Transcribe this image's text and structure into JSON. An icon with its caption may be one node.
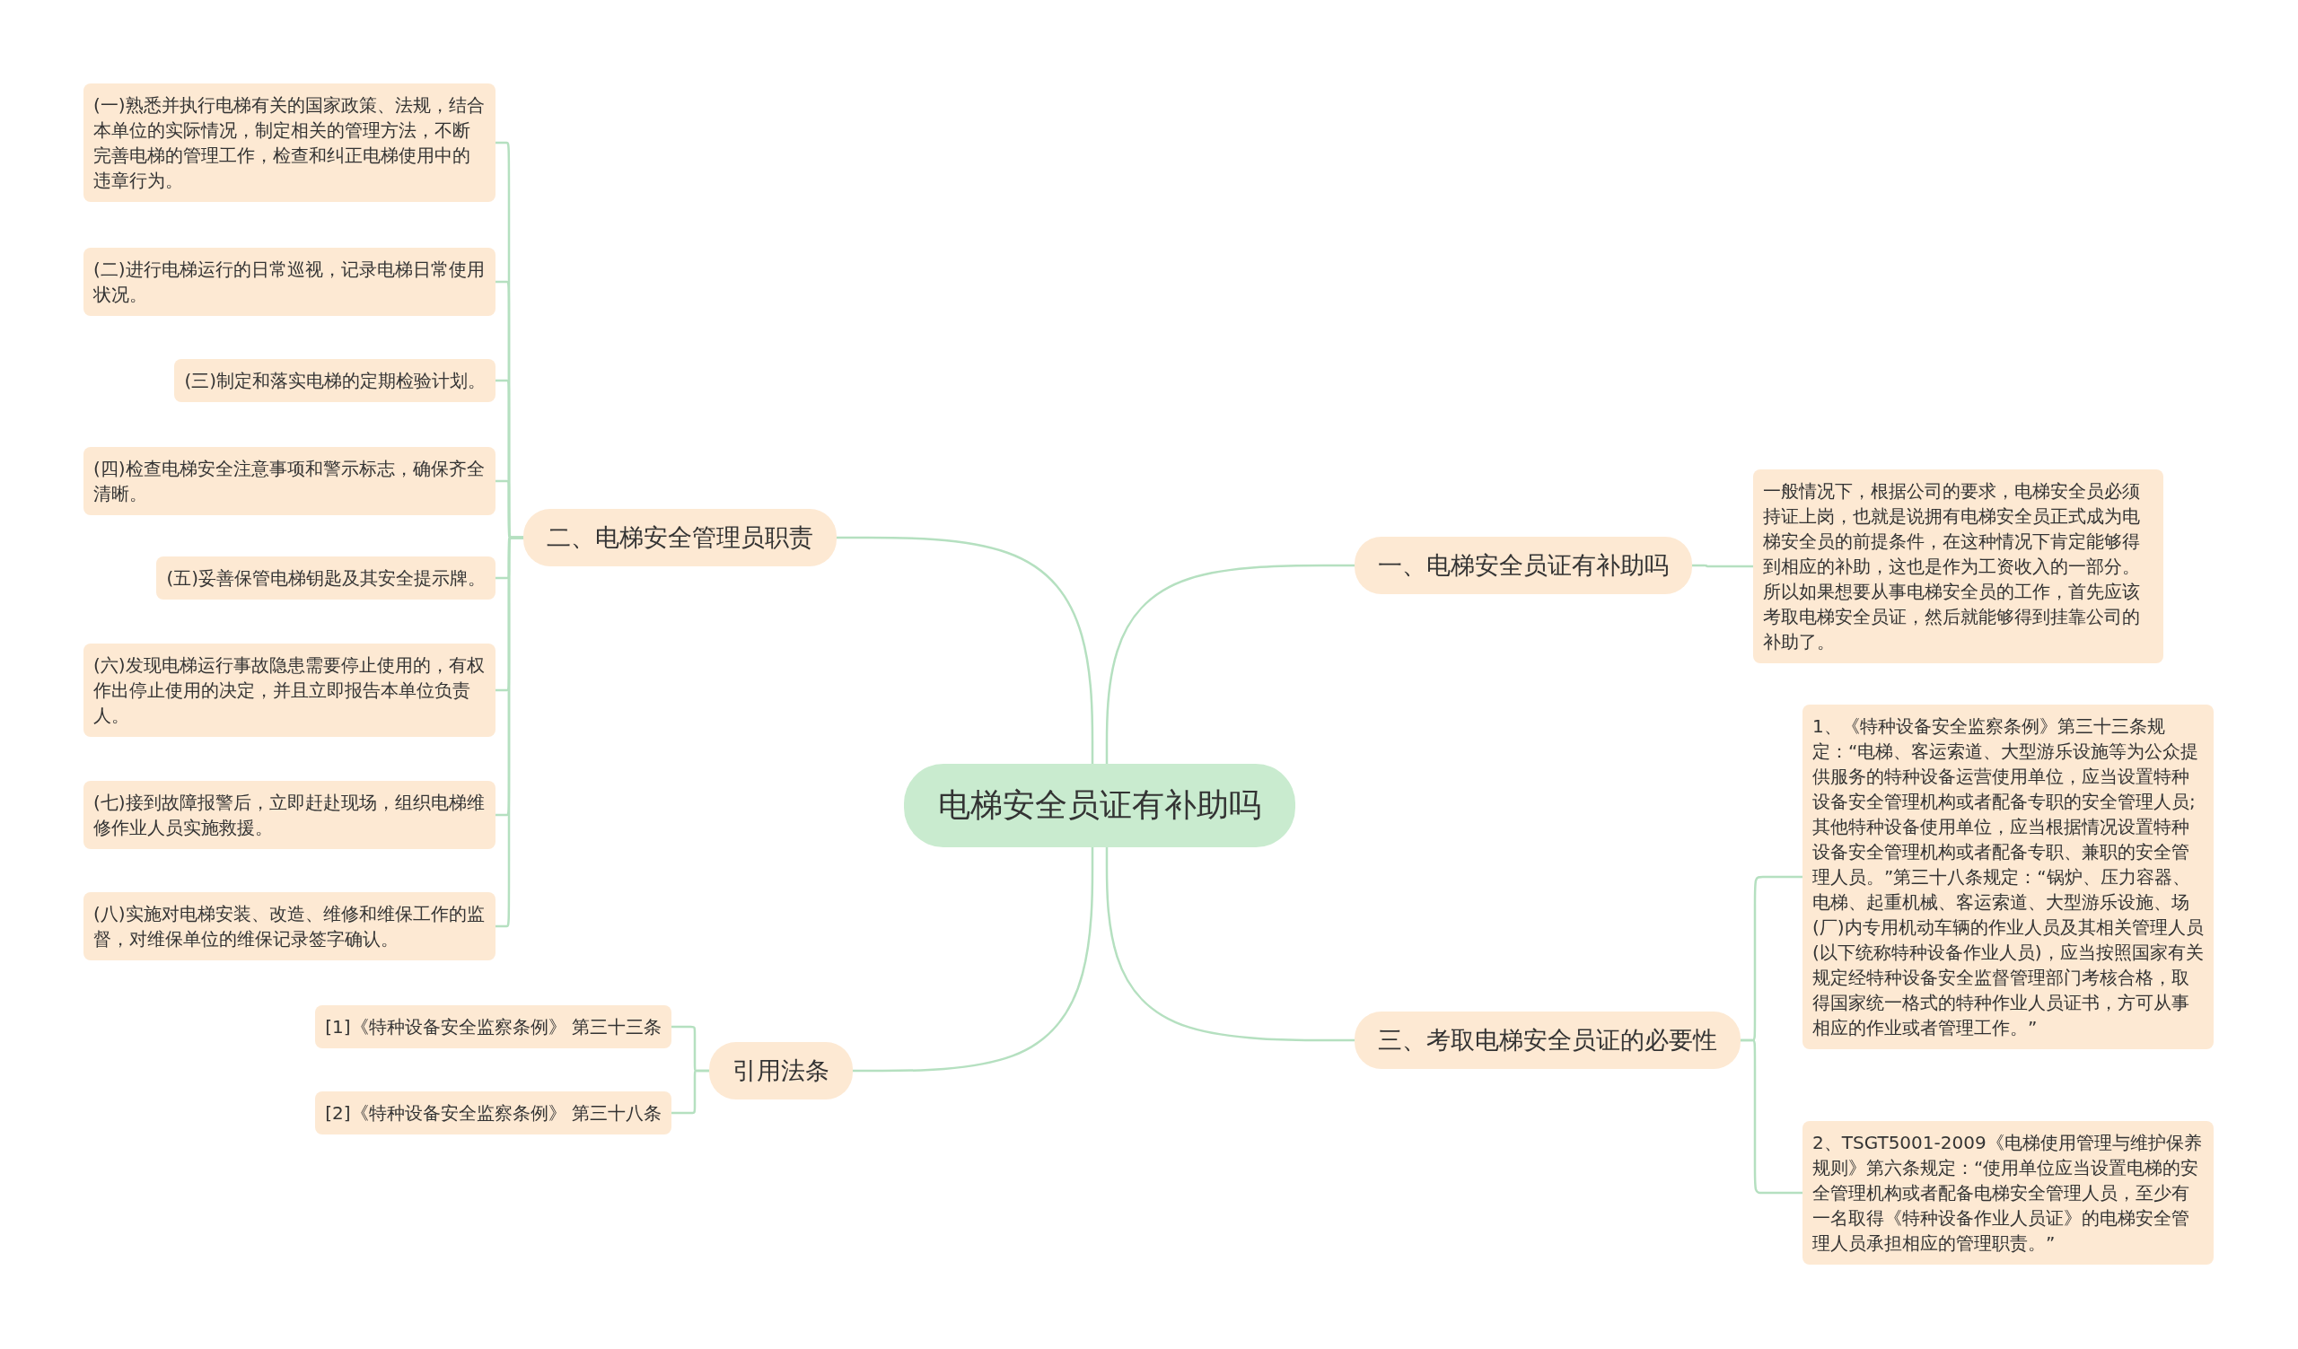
{
  "diagram": {
    "nodes": [
      {
        "text": [
          "电梯安全员证有补助吗"
        ]
      },
      {
        "text": [
          "一、电梯安全员证有补助吗"
        ]
      },
      {
        "text": [
          "一般情况下，根据公司的要求，电梯安全员必须持证上岗，也就是说拥有电梯安全员正式成为电梯安全员的前提条件，在这种情况下肯定能够得到相应的补助，这也是作为工资收入的一部分。所以如果想要从事电梯安全员的工作，首先应该考取电梯安全员证，然后就能够得到挂靠公司的补助了。"
        ]
      },
      {
        "text": [
          "二、电梯安全管理员职责"
        ]
      },
      {
        "text": [
          "(一)熟悉并执行电梯有关的国家政策、法规，结合本单位的实际情况，制定相关的管理方法，不断完善电梯的管理工作，检查和纠正电梯使用中的违章行为。"
        ]
      },
      {
        "text": [
          "(二)进行电梯运行的日常巡视，记录电梯日常使用状况。"
        ]
      },
      {
        "text": [
          "(三)制定和落实电梯的定期检验计划。"
        ]
      },
      {
        "text": [
          "(四)检查电梯安全注意事项和警示标志，确保齐全清晰。"
        ]
      },
      {
        "text": [
          "(五)妥善保管电梯钥匙及其安全提示牌。"
        ]
      },
      {
        "text": [
          "(六)发现电梯运行事故隐患需要停止使用的，有权作出停止使用的决定，并且立即报告本单位负责人。"
        ]
      },
      {
        "text": [
          "(七)接到故障报警后，立即赶赴现场，组织电梯维修作业人员实施救援。"
        ]
      },
      {
        "text": [
          "(八)实施对电梯安装、改造、维修和维保工作的监督，对维保单位的维保记录签字确认。"
        ]
      },
      {
        "text": [
          "三、考取电梯安全员证的必要性"
        ]
      },
      {
        "text": [
          "1、《特种设备安全监察条例》第三十三条规定：“电梯、客运索道、大型游乐设施等为公众提供服务的特种设备运营使用单位，应当设置特种设备安全管理机构或者配备专职的安全管理人员;其他特种设备使用单位，应当根据情况设置特种设备安全管理机构或者配备专职、兼职的安全管理人员。”第三十八条规定：“锅炉、压力容器、电梯、起重机械、客运索道、大型游乐设施、场(厂)内专用机动车辆的作业人员及其相关管理人员(以下统称特种设备作业人员)，应当按照国家有关规定经特种设备安全监督管理部门考核合格，取得国家统一格式的特种作业人员证书，方可从事相应的作业或者管理工作。”"
        ]
      },
      {
        "text": [
          "2、TSGT5001-2009《电梯使用管理与维护保养规则》第六条规定：“使用单位应当设置电梯的安全管理机构或者配备电梯安全管理人员，至少有一名取得《特种设备作业人员证》的电梯安全管理人员承担相应的管理职责。”"
        ]
      },
      {
        "text": [
          "引用法条"
        ]
      },
      {
        "text": [
          "[1]《特种设备安全监察条例》 第三十三条"
        ]
      },
      {
        "text": [
          "[2]《特种设备安全监察条例》 第三十八条"
        ]
      }
    ],
    "edges": [
      {
        "from": 0,
        "to": 1,
        "arrow": "none"
      },
      {
        "from": 1,
        "to": 2,
        "arrow": "none"
      },
      {
        "from": 0,
        "to": 3,
        "arrow": "none"
      },
      {
        "from": 3,
        "to": 4,
        "arrow": "none"
      },
      {
        "from": 3,
        "to": 5,
        "arrow": "none"
      },
      {
        "from": 3,
        "to": 6,
        "arrow": "none"
      },
      {
        "from": 3,
        "to": 7,
        "arrow": "none"
      },
      {
        "from": 3,
        "to": 8,
        "arrow": "none"
      },
      {
        "from": 3,
        "to": 9,
        "arrow": "none"
      },
      {
        "from": 3,
        "to": 10,
        "arrow": "none"
      },
      {
        "from": 3,
        "to": 11,
        "arrow": "none"
      },
      {
        "from": 0,
        "to": 12,
        "arrow": "none"
      },
      {
        "from": 12,
        "to": 13,
        "arrow": "none"
      },
      {
        "from": 12,
        "to": 14,
        "arrow": "none"
      },
      {
        "from": 0,
        "to": 15,
        "arrow": "none"
      },
      {
        "from": 15,
        "to": 16,
        "arrow": "none"
      },
      {
        "from": 15,
        "to": 17,
        "arrow": "none"
      }
    ]
  }
}
